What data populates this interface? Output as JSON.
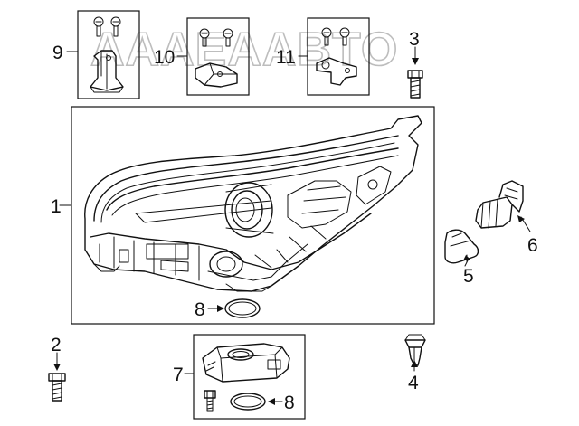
{
  "watermark": "AAAEAABTO",
  "callouts": [
    {
      "id": "c1",
      "number": "1"
    },
    {
      "id": "c2",
      "number": "2"
    },
    {
      "id": "c3",
      "number": "3"
    },
    {
      "id": "c4",
      "number": "4"
    },
    {
      "id": "c5",
      "number": "5"
    },
    {
      "id": "c6",
      "number": "6"
    },
    {
      "id": "c7",
      "number": "7"
    },
    {
      "id": "c8a",
      "number": "8"
    },
    {
      "id": "c8b",
      "number": "8"
    },
    {
      "id": "c9",
      "number": "9"
    },
    {
      "id": "c10",
      "number": "10"
    },
    {
      "id": "c11",
      "number": "11"
    }
  ]
}
